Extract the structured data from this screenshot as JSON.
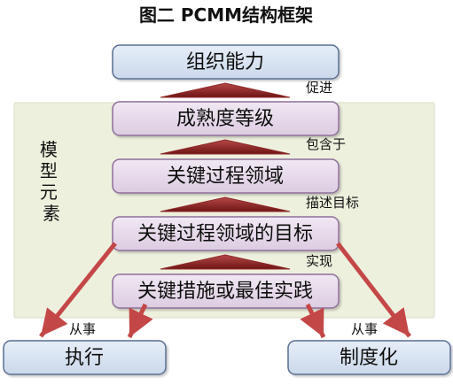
{
  "title": "图二  PCMM结构框架",
  "model_label": "模型元素",
  "boxes": {
    "organization": "组织能力",
    "maturity": "成熟度等级",
    "kpa": "关键过程领域",
    "kpa_goal": "关键过程领域的目标",
    "practice": "关键措施或最佳实践",
    "execute": "执行",
    "institutionalize": "制度化"
  },
  "relations": {
    "promote": "促进",
    "contains": "包含于",
    "describes_goal": "描述目标",
    "realize": "实现",
    "engage_left": "从事",
    "engage_right": "从事"
  },
  "colors": {
    "background_panel": "#EEF0DE",
    "panel_border": "#D9DDC4",
    "purple_box": "#E4D7E8",
    "purple_border": "#8E6F9B",
    "blue_box": "#D8E2EF",
    "blue_border": "#5A6E92",
    "triangle_dark": "#7A1F1F",
    "triangle_mid": "#B83A3A",
    "arrow": "#C44747",
    "text": "#111111"
  }
}
